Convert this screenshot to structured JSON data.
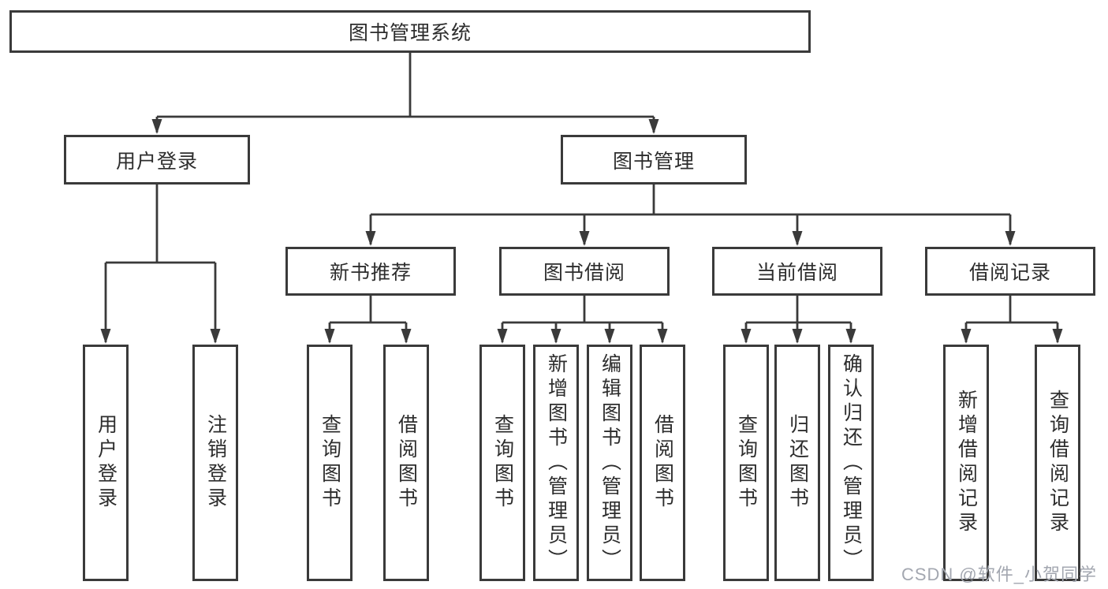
{
  "title": "图书管理系统",
  "watermark": "CSDN @软件_小贺同学",
  "colors": {
    "line": "#3a3a3a",
    "text": "#2d2d2d",
    "box_background": "#ffffff",
    "page_background": "#ffffff",
    "watermark": "#a3a7b0"
  },
  "nodes": {
    "root": {
      "label": "图书管理系统"
    },
    "level2": [
      {
        "label": "用户登录"
      },
      {
        "label": "图书管理"
      }
    ],
    "level3": [
      {
        "label": "新书推荐",
        "parent": "图书管理"
      },
      {
        "label": "图书借阅",
        "parent": "图书管理"
      },
      {
        "label": "当前借阅",
        "parent": "图书管理"
      },
      {
        "label": "借阅记录",
        "parent": "图书管理"
      }
    ],
    "leaves": [
      {
        "label": "用户登录",
        "parent": "用户登录"
      },
      {
        "label": "注销登录",
        "parent": "用户登录"
      },
      {
        "label": "查询图书",
        "parent": "新书推荐"
      },
      {
        "label": "借阅图书",
        "parent": "新书推荐"
      },
      {
        "label": "查询图书",
        "parent": "图书借阅"
      },
      {
        "label": "新增图书（管理员）",
        "parent": "图书借阅"
      },
      {
        "label": "编辑图书（管理员）",
        "parent": "图书借阅"
      },
      {
        "label": "借阅图书",
        "parent": "图书借阅"
      },
      {
        "label": "查询图书",
        "parent": "当前借阅"
      },
      {
        "label": "归还图书",
        "parent": "当前借阅"
      },
      {
        "label": "确认归还（管理员）",
        "parent": "当前借阅"
      },
      {
        "label": "新增借阅记录",
        "parent": "借阅记录"
      },
      {
        "label": "查询借阅记录",
        "parent": "借阅记录"
      }
    ]
  }
}
